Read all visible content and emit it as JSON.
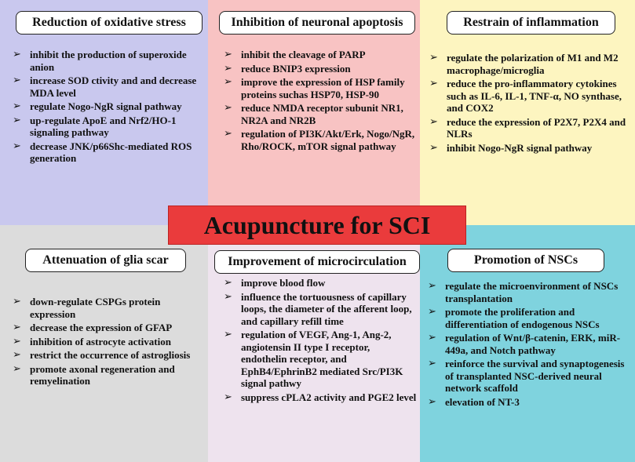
{
  "colors": {
    "oxidative_bg": "#c9c8ee",
    "apoptosis_bg": "#f8c3c3",
    "inflammation_bg": "#fdf5c0",
    "glia_bg": "#dcdcdc",
    "micro_bg": "#eee3ee",
    "nsc_bg": "#7fd3de",
    "banner_bg": "#ea3b3c"
  },
  "center": {
    "title": "Acupuncture for SCI"
  },
  "panels": {
    "oxidative": {
      "title": "Reduction of oxidative stress",
      "items": [
        "inhibit the production of superoxide anion",
        "increase SOD ctivity and  and decrease MDA level",
        "regulate Nogo-NgR signal pathway",
        "up-regulate ApoE and Nrf2/HO-1 signaling pathway",
        "decrease JNK/p66Shc-mediated ROS generation"
      ]
    },
    "apoptosis": {
      "title": "Inhibition of neuronal apoptosis",
      "items": [
        "inhibit the cleavage of PARP",
        "reduce BNIP3 expression",
        "improve the expression of HSP family proteins suchas HSP70, HSP-90",
        "reduce NMDA receptor subunit NR1, NR2A and NR2B",
        "regulation of PI3K/Akt/Erk, Nogo/NgR, Rho/ROCK, mTOR signal pathway"
      ]
    },
    "inflammation": {
      "title": "Restrain of inflammation",
      "items": [
        "regulate the polarization of M1 and M2 macrophage/microglia",
        "reduce the pro-inflammatory cytokines such as IL-6, IL-1, TNF-α, NO synthase, and COX2",
        "reduce the expression of P2X7, P2X4 and NLRs",
        "inhibit Nogo-NgR signal pathway"
      ]
    },
    "glia": {
      "title": "Attenuation of glia scar",
      "items": [
        "down-regulate CSPGs protein expression",
        "decrease the expression of GFAP",
        "inhibition of astrocyte activation",
        "restrict the occurrence of astrogliosis",
        "promote axonal regeneration and remyelination"
      ]
    },
    "micro": {
      "title": "Improvement of microcirculation",
      "items": [
        "improve blood flow",
        "influence the tortuousness of capillary loops, the diameter of the afferent loop, and capillary refill time",
        "regulation of VEGF, Ang-1, Ang-2, angiotensin II type I receptor, endothelin receptor, and EphB4/EphrinB2 mediated Src/PI3K signal pathwy",
        "suppress cPLA2 activity and PGE2 level"
      ]
    },
    "nsc": {
      "title": "Promotion of NSCs",
      "items": [
        "regulate the microenvironment of NSCs transplantation",
        "promote the proliferation and differentiation of endogenous NSCs",
        "regulation of  Wnt/β-catenin, ERK, miR-449a, and Notch pathway",
        "reinforce the survival and synaptogenesis of transplanted NSC-derived neural network scaffold",
        "elevation of NT-3"
      ]
    }
  },
  "bullet_glyph": "➢"
}
